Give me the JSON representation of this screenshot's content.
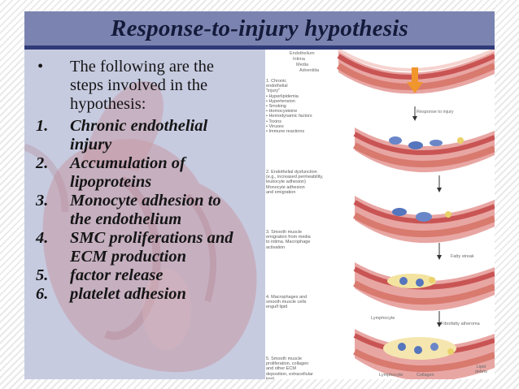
{
  "slide": {
    "title": "Response-to-injury hypothesis",
    "intro_bullet": "•",
    "intro": [
      "The following are the",
      "steps involved in the",
      "hypothesis:"
    ],
    "steps": [
      {
        "num": "1.",
        "lines": [
          "Chronic endothelial",
          "injury"
        ]
      },
      {
        "num": "2.",
        "lines": [
          "Accumulation of",
          "lipoproteins"
        ]
      },
      {
        "num": "3.",
        "lines": [
          "Monocyte adhesion to",
          "the endothelium"
        ]
      },
      {
        "num": "4.",
        "lines": [
          "SMC proliferations and",
          "ECM production"
        ]
      },
      {
        "num": "5.",
        "lines": [
          "factor release"
        ]
      },
      {
        "num": "6.",
        "lines": [
          "platelet adhesion"
        ]
      }
    ]
  },
  "diagram": {
    "layer_labels": [
      "Endothelium",
      "Intima",
      "Media",
      "Adventitia"
    ],
    "step_labels": [
      [
        "1. Chronic",
        "endothelial",
        "\"injury\"",
        "• Hyperlipidemia",
        "• Hypertension",
        "• Smoking",
        "• Homocysteine",
        "• Hemodynamic factors",
        "• Toxins",
        "• Viruses",
        "• Immune reactions"
      ],
      [
        "2. Endothelial dysfunction",
        "(e.g., increased permeability,",
        "leukocyte adhesion)",
        "Monocyte adhesion",
        "and emigration"
      ],
      [
        "3. Smooth muscle",
        "emigration from media",
        "to intima. Macrophage",
        "activation"
      ],
      [
        "4. Macrophages and",
        "smooth muscle cells",
        "engulf lipid"
      ],
      [
        "5. Smooth muscle",
        "proliferation, collagen",
        "and other ECM",
        "deposition, extracellular",
        "lipid"
      ]
    ],
    "response_label": "Response to injury",
    "fatty_streak": "Fatty streak",
    "lymphocyte": "Lymphocyte",
    "fibrofatty": "Fibrofatty atheroma",
    "lipid_debris": [
      "Lipid",
      "debris"
    ],
    "lymphocyte_bottom": "Lymphocyte",
    "collagen": "Collagen"
  },
  "colors": {
    "title_bar": "#7b84b0",
    "title_underline": "#2f3a78",
    "panel_bg": "#c7cbe0",
    "vessel_wall": "#d96f6f",
    "arrow_orange": "#f0962c"
  }
}
